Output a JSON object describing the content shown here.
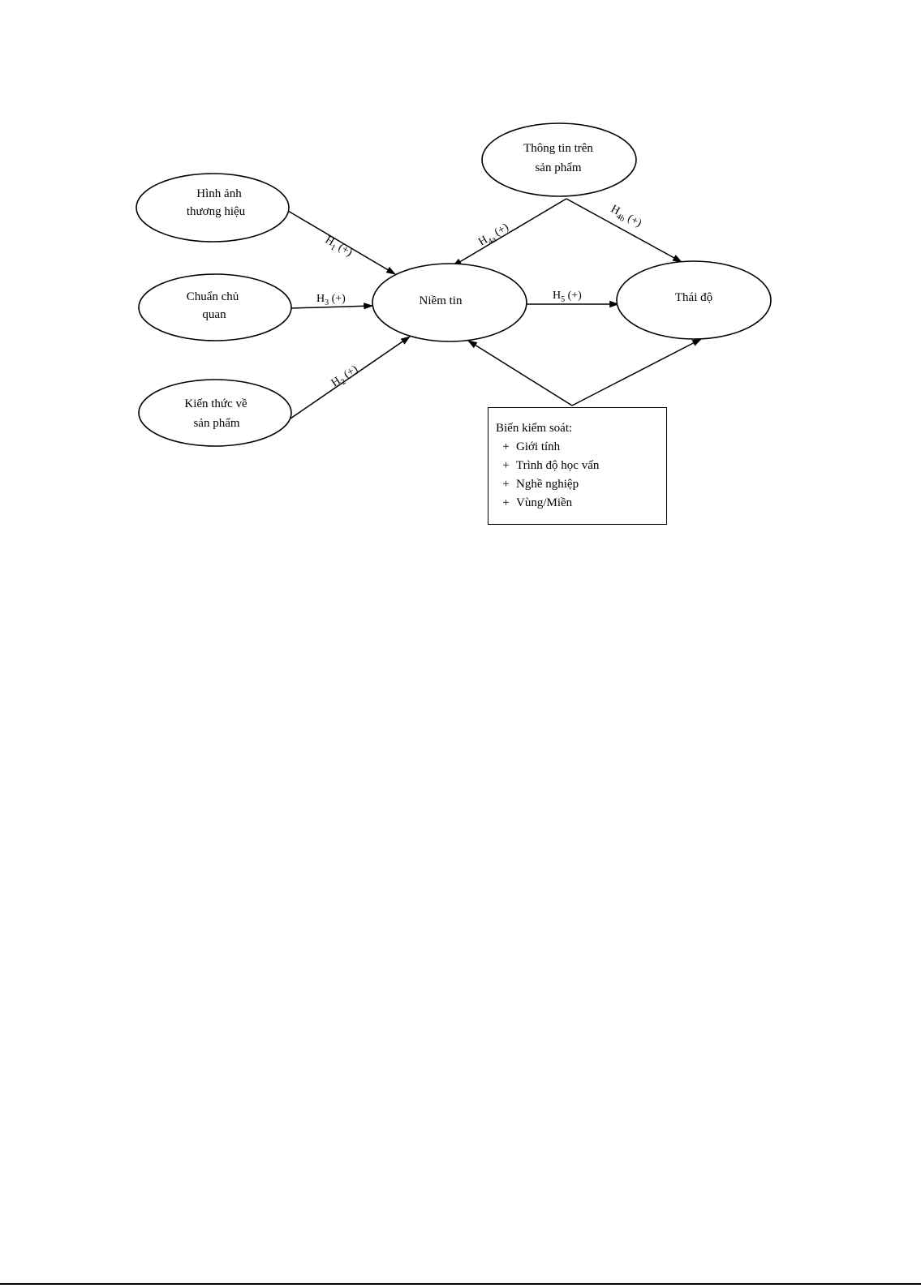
{
  "nodes": {
    "hinh_anh": [
      "Hình ảnh",
      "thương hiệu"
    ],
    "chuan_chu_quan": [
      "Chuẩn chủ",
      "quan"
    ],
    "kien_thuc": [
      "Kiến thức về",
      "sản phẩm"
    ],
    "thong_tin": [
      "Thông tin trên",
      "sản phẩm"
    ],
    "niem_tin": [
      "Niềm tin"
    ],
    "thai_do": [
      "Thái độ"
    ]
  },
  "edges": {
    "h1": {
      "base": "H",
      "sub": "1",
      "rest": " (+)"
    },
    "h2": {
      "base": "H",
      "sub": "2",
      "rest": " (+)"
    },
    "h3": {
      "base": "H",
      "sub": "3",
      "rest": " (+)"
    },
    "h4a": {
      "base": "H",
      "sub": "4a",
      "rest": " (+)"
    },
    "h4b": {
      "base": "H",
      "sub": "4b",
      "rest": " (+)"
    },
    "h5": {
      "base": "H",
      "sub": "5",
      "rest": " (+)"
    }
  },
  "control": {
    "title": "Biến kiểm soát:",
    "bullet": "+",
    "items": [
      "Giới tính",
      "Trình độ học vấn",
      "Nghề nghiệp",
      "Vùng/Miền"
    ]
  }
}
